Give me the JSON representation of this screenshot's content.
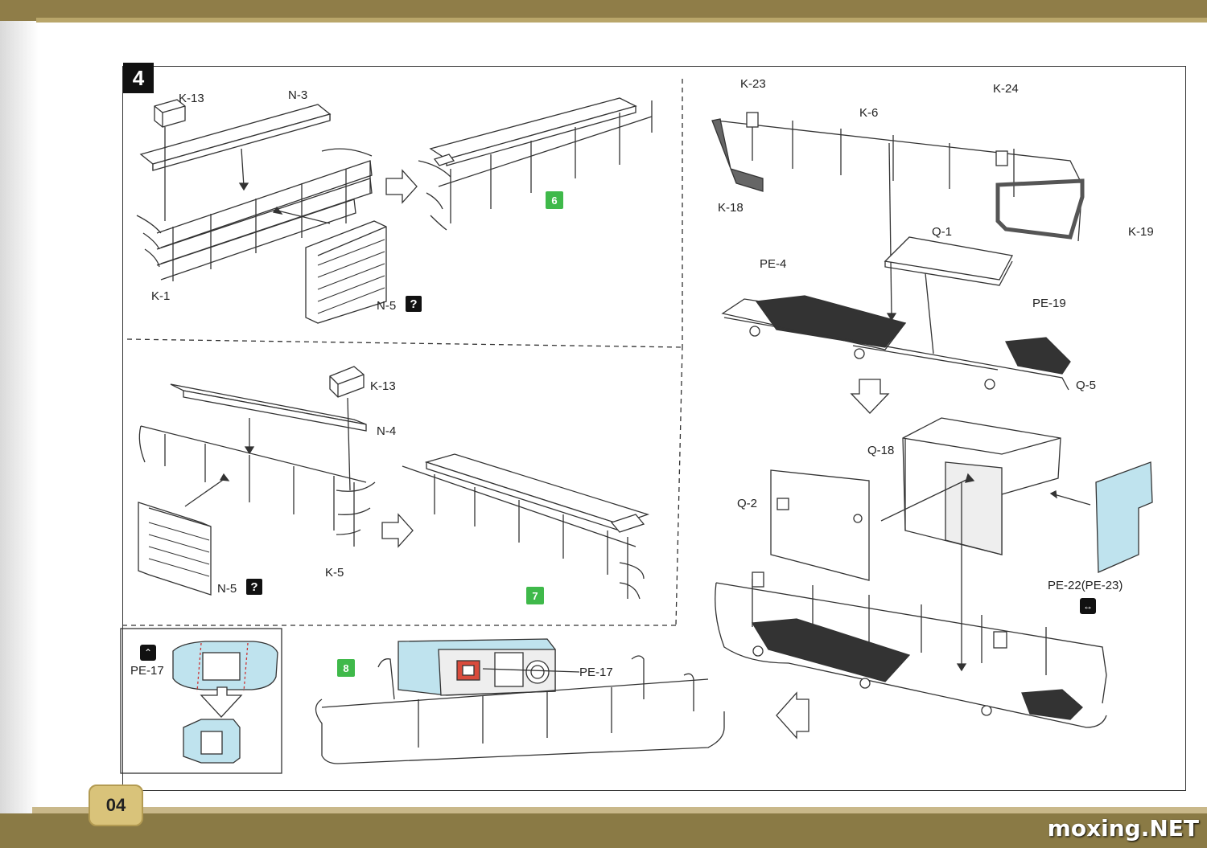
{
  "page": {
    "number": "04",
    "watermark": "moxing.NET",
    "step": "4"
  },
  "labels": {
    "k13_a": "K-13",
    "n3": "N-3",
    "k1": "K-1",
    "n5_a": "N-5",
    "sub6": "6",
    "k13_b": "K-13",
    "n4": "N-4",
    "n5_b": "N-5",
    "k5": "K-5",
    "sub7": "7",
    "pe17_a": "PE-17",
    "sub8": "8",
    "pe17_b": "PE-17",
    "k23": "K-23",
    "k24": "K-24",
    "k6": "K-6",
    "k18": "K-18",
    "k19": "K-19",
    "q1": "Q-1",
    "pe4": "PE-4",
    "pe19": "PE-19",
    "q5": "Q-5",
    "q18": "Q-18",
    "q2": "Q-2",
    "pe22": "PE-22(PE-23)"
  },
  "icons": {
    "question": "?",
    "bend": "bend-icon",
    "mirror": "mirror-icon"
  },
  "colors": {
    "band": "#8f7d48",
    "accent_green": "#3fb94a",
    "pe_blue": "#bfe3ee",
    "dark_part": "#555555"
  }
}
